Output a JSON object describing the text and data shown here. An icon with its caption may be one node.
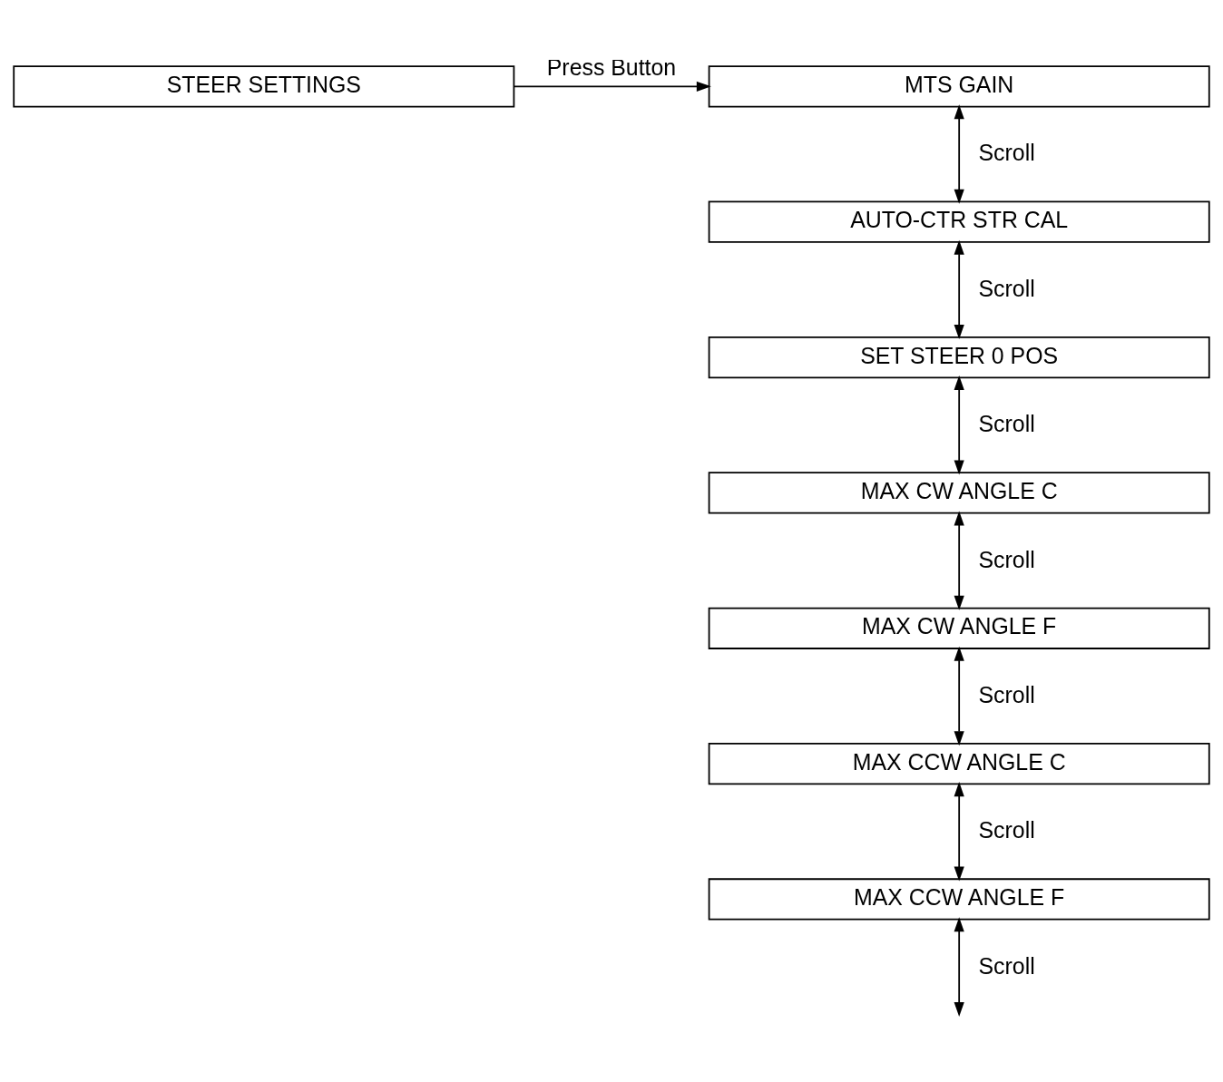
{
  "diagram": {
    "nodes": [
      {
        "text": [
          "STEER SETTINGS"
        ]
      },
      {
        "text": [
          "MTS GAIN"
        ]
      },
      {
        "text": [
          "AUTO-CTR STR CAL"
        ]
      },
      {
        "text": [
          "SET STEER 0 POS"
        ]
      },
      {
        "text": [
          "MAX CW ANGLE C"
        ]
      },
      {
        "text": [
          "MAX CW ANGLE F"
        ]
      },
      {
        "text": [
          "MAX CCW ANGLE C"
        ]
      },
      {
        "text": [
          "MAX CCW ANGLE F"
        ]
      }
    ],
    "edges": [
      {
        "from": 0,
        "to": 1,
        "arrow": "to",
        "label": "Press Button"
      },
      {
        "from": 1,
        "to": 2,
        "arrow": "both",
        "label": "Scroll"
      },
      {
        "from": 2,
        "to": 3,
        "arrow": "both",
        "label": "Scroll"
      },
      {
        "from": 3,
        "to": 4,
        "arrow": "both",
        "label": "Scroll"
      },
      {
        "from": 4,
        "to": 5,
        "arrow": "both",
        "label": "Scroll"
      },
      {
        "from": 5,
        "to": 6,
        "arrow": "both",
        "label": "Scroll"
      },
      {
        "from": 6,
        "to": 7,
        "arrow": "both",
        "label": "Scroll"
      },
      {
        "from": 7,
        "to": null,
        "arrow": "both",
        "label": "Scroll"
      }
    ]
  }
}
